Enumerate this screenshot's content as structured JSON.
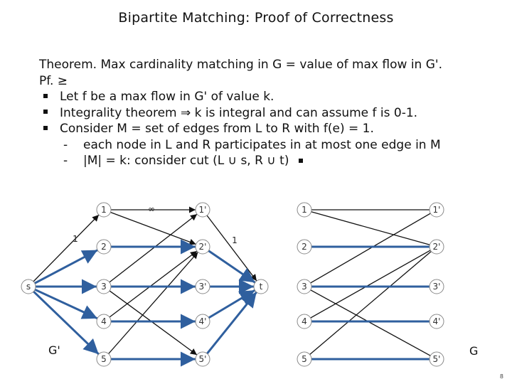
{
  "slide": {
    "title": "Bipartite Matching:  Proof of Correctness",
    "page_number": "8"
  },
  "proof": {
    "line1": "Theorem.  Max cardinality matching in G = value of max flow in G'.",
    "line2": "Pf.  ≥",
    "bullets": [
      "Let f be a max flow in G' of value k.",
      "Integrality theorem  ⇒  k is integral and can assume f is 0-1.",
      "Consider M = set of edges from L to R with f(e) = 1."
    ],
    "subitems": [
      "each node in L and R participates in at most one edge in M",
      "|M| = k:  consider cut (L ∪ s, R ∪ t)"
    ],
    "dash": "-"
  },
  "flow_network": {
    "label": "G'",
    "source": "s",
    "sink": "t",
    "left_nodes": [
      "1",
      "2",
      "3",
      "4",
      "5"
    ],
    "right_nodes": [
      "1'",
      "2'",
      "3'",
      "4'",
      "5'"
    ],
    "infinity_label": "∞",
    "capacity_label_left": "1",
    "capacity_label_right": "1"
  },
  "bipartite_graph": {
    "label": "G",
    "left_nodes": [
      "1",
      "2",
      "3",
      "4",
      "5"
    ],
    "right_nodes": [
      "1'",
      "2'",
      "3'",
      "4'",
      "5'"
    ]
  },
  "colors": {
    "matching_edge": "#2f5f9e",
    "edge": "#111111",
    "node_border": "#8a8a8a"
  }
}
